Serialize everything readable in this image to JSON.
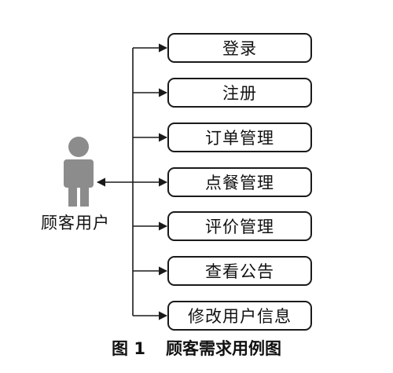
{
  "actor": {
    "label": "顾客用户",
    "icon": "user-silhouette-icon"
  },
  "use_cases": [
    {
      "label": "登录"
    },
    {
      "label": "注册"
    },
    {
      "label": "订单管理"
    },
    {
      "label": "点餐管理"
    },
    {
      "label": "评价管理"
    },
    {
      "label": "查看公告"
    },
    {
      "label": "修改用户信息"
    }
  ],
  "caption": {
    "figure": "图 1",
    "title": "顾客需求用例图"
  },
  "colors": {
    "line": "#1a1a1a",
    "actor": "#8c8c8c",
    "text": "#111111"
  }
}
